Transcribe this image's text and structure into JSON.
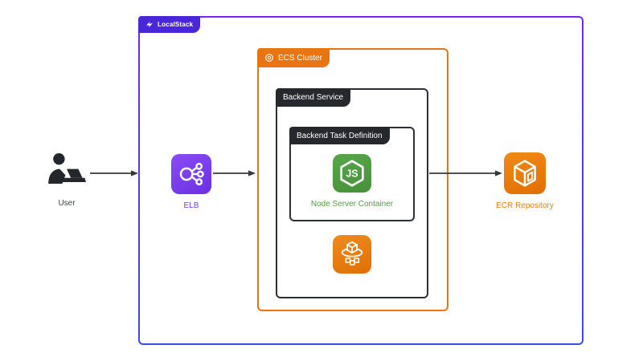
{
  "containers": {
    "localstack": {
      "label": "LocalStack"
    },
    "ecs_cluster": {
      "label": "ECS Cluster"
    },
    "backend_service": {
      "label": "Backend Service"
    },
    "task_definition": {
      "label": "Backend Task Definition"
    }
  },
  "nodes": {
    "user": {
      "label": "User"
    },
    "elb": {
      "label": "ELB"
    },
    "node_container": {
      "label": "Node Server Container",
      "icon_text": "JS"
    },
    "ecs_service": {
      "icon": "ecs-containers-icon"
    },
    "ecr": {
      "label": "ECR Repository"
    }
  },
  "edges": [
    {
      "from": "user",
      "to": "elb"
    },
    {
      "from": "elb",
      "to": "ecs_cluster"
    },
    {
      "from": "backend_service",
      "to": "ecr"
    }
  ],
  "colors": {
    "localstack_tab": "#4a26d9",
    "localstack_border_top": "#7527ef",
    "localstack_border_bottom": "#3c4ce6",
    "ecs_orange": "#e87511",
    "dark_tab": "#26282e",
    "node_green": "#4f9c3f",
    "elb_purple": "#7b3bf2",
    "ecr_orange": "#e87d0e",
    "user_dark": "#23262b",
    "arrow": "#34383e",
    "background": "#ffffff"
  }
}
